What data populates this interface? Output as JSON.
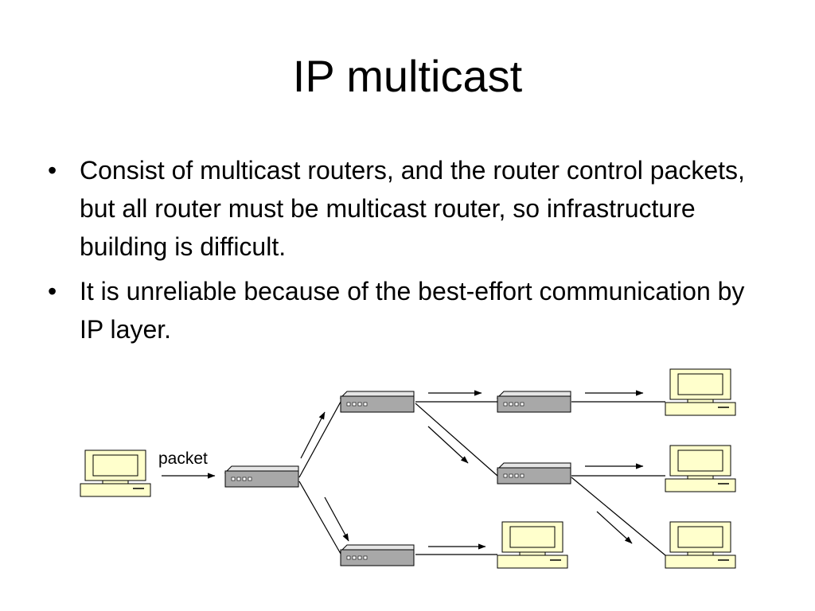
{
  "slide": {
    "title": "IP multicast",
    "bullets": [
      "Consist of multicast routers, and the router control packets, but all router must be multicast router, so infrastructure building is difficult.",
      "It is unreliable because of the best-effort communication by IP layer."
    ],
    "bullet_marker": "•"
  },
  "diagram": {
    "packet_label": "packet",
    "colors": {
      "computer_fill": "#FFFFCC",
      "router_top": "#E6E6E6",
      "router_front": "#A8A8A8",
      "line": "#000000"
    }
  }
}
